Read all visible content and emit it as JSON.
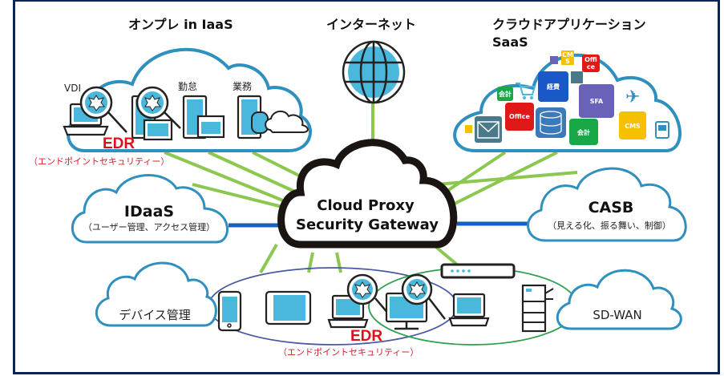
{
  "diagram": {
    "title_onprem": "オンプレ in IaaS",
    "title_internet": "インターネット",
    "title_saas_line1": "クラウドアプリケーション",
    "title_saas_line2": "SaaS",
    "onprem": {
      "vdi_label": "VDI",
      "kintai_label": "勤怠",
      "gyomu_label": "業務",
      "edr_label": "EDR",
      "edr_sub": "（エンドポイントセキュリティー）"
    },
    "saas_apps": [
      {
        "label": "CM S",
        "color": "#f5c000"
      },
      {
        "label": "Offi ce",
        "color": "#e01818"
      },
      {
        "label": "経費",
        "color": "#1a58c8"
      },
      {
        "label": "会計",
        "color": "#18a848"
      },
      {
        "label": "SFA",
        "color": "#6a62b8"
      },
      {
        "label": "Office",
        "color": "#e01818"
      },
      {
        "label": "会計",
        "color": "#18a848"
      },
      {
        "label": "CMS",
        "color": "#f5c000"
      }
    ],
    "gateway_line1": "Cloud Proxy",
    "gateway_line2": "Security Gateway",
    "idaas_title": "IDaaS",
    "idaas_sub": "（ユーザー管理、アクセス管理）",
    "casb_title": "CASB",
    "casb_sub": "（見える化、振る舞い、制御）",
    "device_mgmt": "デバイス管理",
    "sdwan": "SD-WAN",
    "bottom_edr_label": "EDR",
    "bottom_edr_sub": "（エンドポイントセキュリティー）"
  },
  "colors": {
    "frame": "#0b2457",
    "cloud_outline": "#2f8fbf",
    "link_green": "#8cc850",
    "link_blue": "#1560c0",
    "edr_red": "#e0101a",
    "device_screen": "#4ab8dc",
    "ellipse_blue": "#4a5aa0",
    "ellipse_green": "#2ea050"
  }
}
